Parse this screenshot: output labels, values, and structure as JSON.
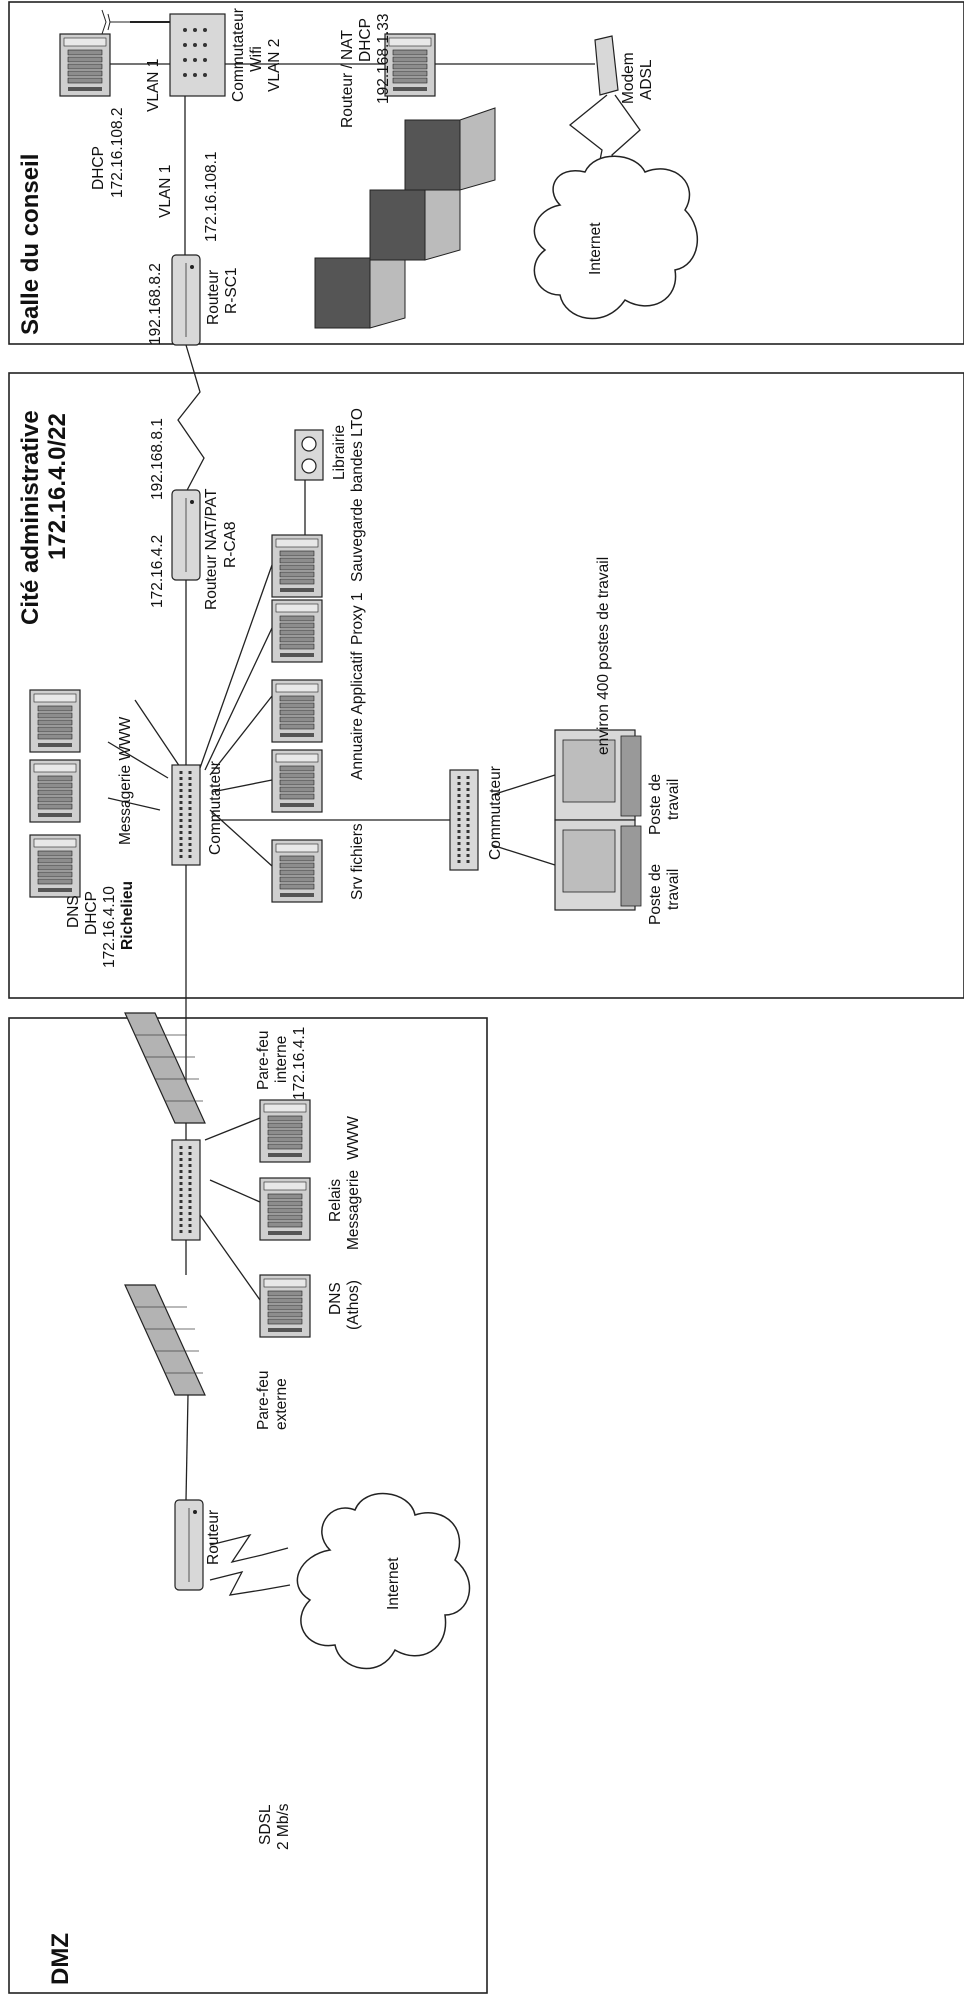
{
  "zones": {
    "salle_title": "Salle du conseil",
    "cite_title": "Cité administrative",
    "cite_subnet": "172.16.4.0/22",
    "dmz_title": "DMZ"
  },
  "salle": {
    "dhcp_name": "DHCP",
    "dhcp_ip": "172.16.108.2",
    "vlan1_top": "VLAN 1",
    "switch_name": "Commutateur",
    "switch_type": "Wifi",
    "vlan2": "VLAN 2",
    "vlan1_mid": "VLAN 1",
    "ip_108_1": "172.16.108.1",
    "router_nat_name": "Routeur / NAT",
    "router_nat_dhcp": "DHCP",
    "router_nat_ip": "192.168.1.33",
    "modem_name": "Modem",
    "modem_type": "ADSL",
    "internet": "Internet",
    "ip_8_2": "192.168.8.2",
    "router_name": "Routeur",
    "router_id": "R-SC1"
  },
  "cite": {
    "ip_8_1": "192.168.8.1",
    "router_name": "Routeur NAT/PAT",
    "router_id": "R-CA8",
    "ip_4_2": "172.16.4.2",
    "library_l1": "Librairie",
    "library_l2": "bandes LTO",
    "sauvegarde": "Sauvegarde",
    "proxy": "Proxy 1",
    "annuaire": "Annuaire Applicatif",
    "srv_fichiers": "Srv fichiers",
    "messagerie_www": "Messagerie WWW",
    "commutateur_main": "Commutateur",
    "commutateur_ws": "Commutateur",
    "dns": "DNS",
    "dhcp": "DHCP",
    "dns_ip": "172.16.4.10",
    "dns_host": "Richelieu",
    "postes": "environ 400 postes de travail",
    "poste1_l1": "Poste de",
    "poste1_l2": "travail",
    "poste2_l1": "Poste de",
    "poste2_l2": "travail"
  },
  "dmz": {
    "fw_int_l1": "Pare-feu",
    "fw_int_l2": "interne",
    "fw_int_ip": "172.16.4.1",
    "www": "WWW",
    "relais_l1": "Relais",
    "relais_l2": "Messagerie",
    "dns_l1": "DNS",
    "dns_l2": "(Athos)",
    "fw_ext_l1": "Pare-feu",
    "fw_ext_l2": "externe",
    "router": "Routeur",
    "internet": "Internet",
    "sdsl_l1": "SDSL",
    "sdsl_l2": "2 Mb/s"
  }
}
